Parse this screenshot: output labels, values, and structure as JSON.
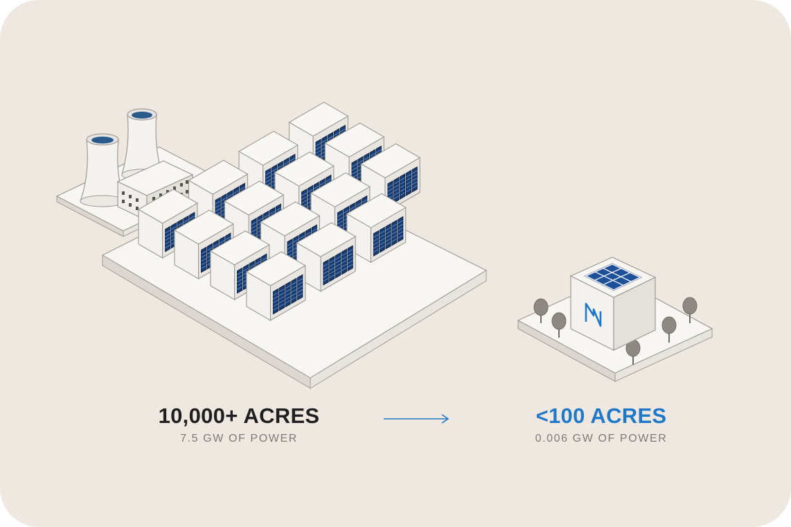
{
  "left": {
    "title": "10,000+ ACRES",
    "subtitle": "7.5 GW OF POWER"
  },
  "right": {
    "title": "<100 ACRES",
    "subtitle": "0.006 GW OF POWER"
  },
  "colors": {
    "background": "#eee8e0",
    "accent": "#1f78c8",
    "text_dark": "#1f1f1f",
    "text_muted": "#7d7a76",
    "panel_blue": "#1c4f9a",
    "tree": "#8d8882"
  },
  "icons": {
    "arrow": "arrow-right-icon",
    "logo": "m-logo-icon"
  }
}
